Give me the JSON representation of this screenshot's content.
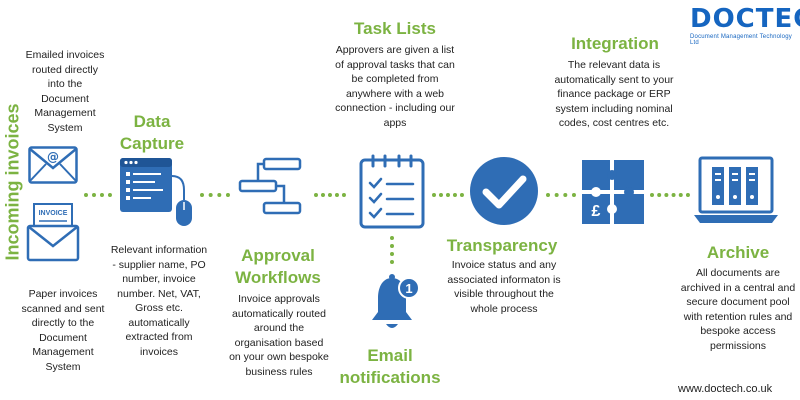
{
  "logo": {
    "name": "DOCTECH",
    "subtitle": "Document Management Technology Ltd"
  },
  "website": "www.doctech.co.uk",
  "stages": {
    "incoming": {
      "title": "Incoming invoices",
      "emailed_text": "Emailed invoices routed directly into the Document Management System",
      "paper_text": "Paper invoices scanned and sent directly to the Document Management System",
      "invoice_label": "INVOICE"
    },
    "data_capture": {
      "title": "Data Capture",
      "text": "Relevant information - supplier name, PO number, invoice number. Net, VAT, Gross etc. automatically extracted from invoices"
    },
    "approval": {
      "title": "Approval Workflows",
      "text": "Invoice approvals automatically routed around the organisation based on your own bespoke business rules"
    },
    "tasks": {
      "title": "Task Lists",
      "text": "Approvers are given a list of approval tasks that can be completed from anywhere with a web connection - including our apps"
    },
    "notifications": {
      "title": "Email notifications",
      "badge": "1"
    },
    "transparency": {
      "title": "Transparency",
      "text": "Invoice status and any associated informaton is visible throughout the whole process"
    },
    "integration": {
      "title": "Integration",
      "text": "The relevant data is automatically sent to your finance package or ERP system including nominal codes, cost centres etc.",
      "currency_symbol": "£"
    },
    "archive": {
      "title": "Archive",
      "text": "All documents are archived in a central and secure document pool with retention rules and bespoke access permissions"
    }
  },
  "colors": {
    "accent_green": "#7cb342",
    "icon_blue": "#2f6db5",
    "brand_blue": "#1565c0"
  }
}
